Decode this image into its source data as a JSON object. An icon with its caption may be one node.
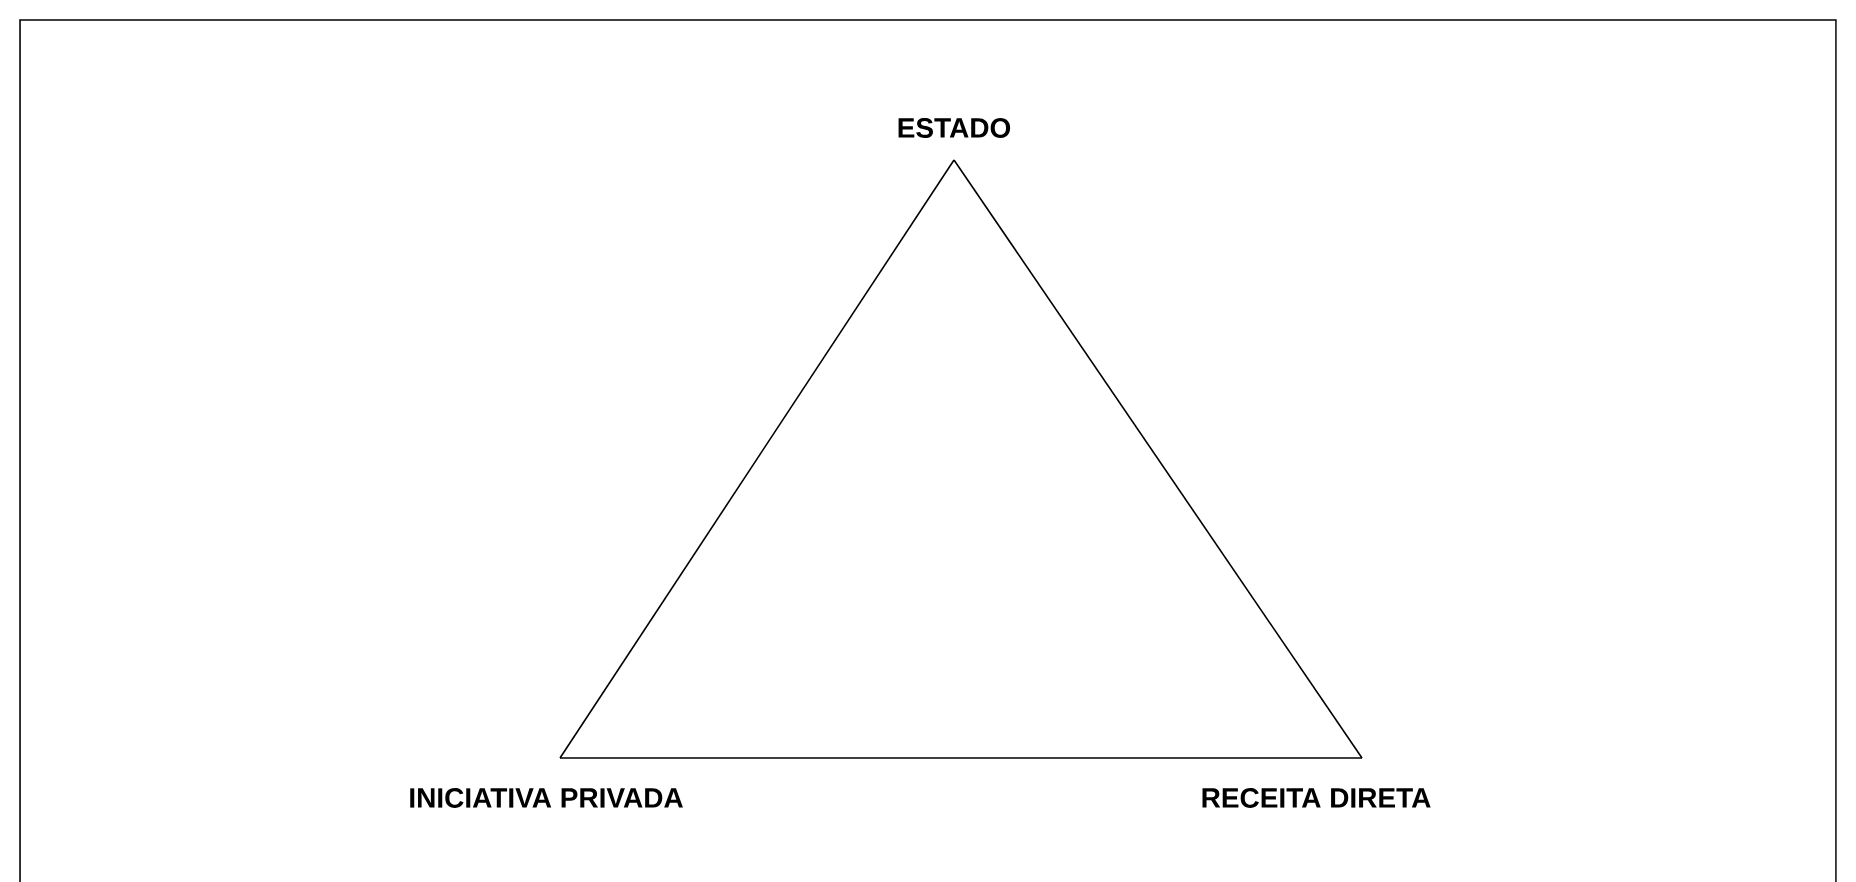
{
  "diagram": {
    "nodes": [
      {
        "text": [
          "ESTADO"
        ]
      },
      {
        "text": [
          "INICIATIVA PRIVADA"
        ]
      },
      {
        "text": [
          "RECEITA DIRETA"
        ]
      }
    ],
    "edges": [
      {
        "from": 0,
        "to": 1,
        "arrow": "none"
      },
      {
        "from": 1,
        "to": 2,
        "arrow": "none"
      },
      {
        "from": 2,
        "to": 0,
        "arrow": "none"
      }
    ]
  }
}
